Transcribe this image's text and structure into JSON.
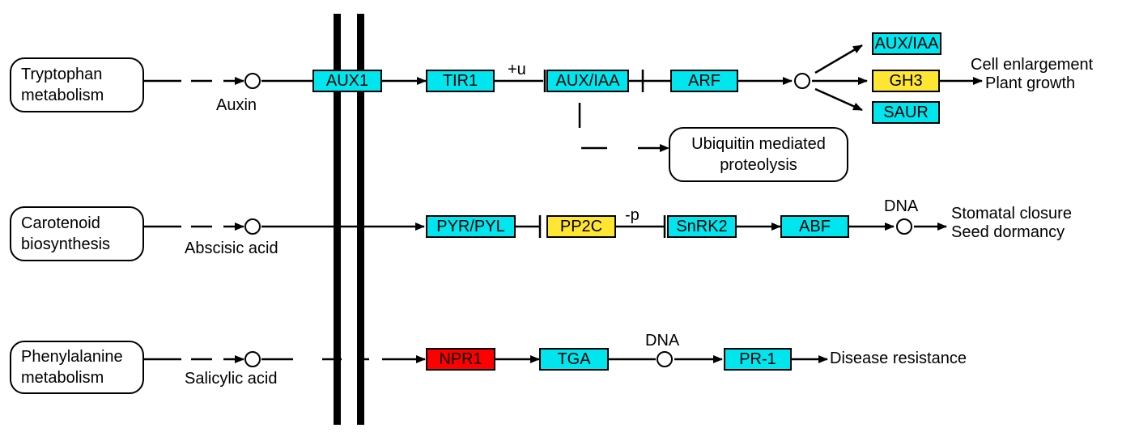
{
  "colors": {
    "cyan": "#00e5ee",
    "yellow": "#ffe633",
    "red": "#ff0000"
  },
  "pathways": {
    "tryptophan": [
      "Tryptophan",
      "metabolism"
    ],
    "carotenoid": [
      "Carotenoid",
      "biosynthesis"
    ],
    "phenylalanine": [
      "Phenylalanine",
      "metabolism"
    ],
    "ubiquitin": [
      "Ubiquitin mediated",
      "proteolysis"
    ]
  },
  "compounds": {
    "auxin": "Auxin",
    "abscisic_acid": "Abscisic acid",
    "salicylic_acid": "Salicylic acid",
    "dna1": "DNA",
    "dna2": "DNA"
  },
  "genes": {
    "aux1": "AUX1",
    "tir1": "TIR1",
    "aux_iaa": "AUX/IAA",
    "arf": "ARF",
    "aux_iaa_out": "AUX/IAA",
    "gh3": "GH3",
    "saur": "SAUR",
    "pyr_pyl": "PYR/PYL",
    "pp2c": "PP2C",
    "snrk2": "SnRK2",
    "abf": "ABF",
    "npr1": "NPR1",
    "tga": "TGA",
    "pr1": "PR-1"
  },
  "relations": {
    "ubiquitination": "+u",
    "phosphorylation": "-p"
  },
  "outcomes": {
    "cell_enlargement": "Cell enlargement",
    "plant_growth": "Plant growth",
    "stomatal_closure": "Stomatal closure",
    "seed_dormancy": "Seed dormancy",
    "disease_resistance": "Disease resistance"
  }
}
